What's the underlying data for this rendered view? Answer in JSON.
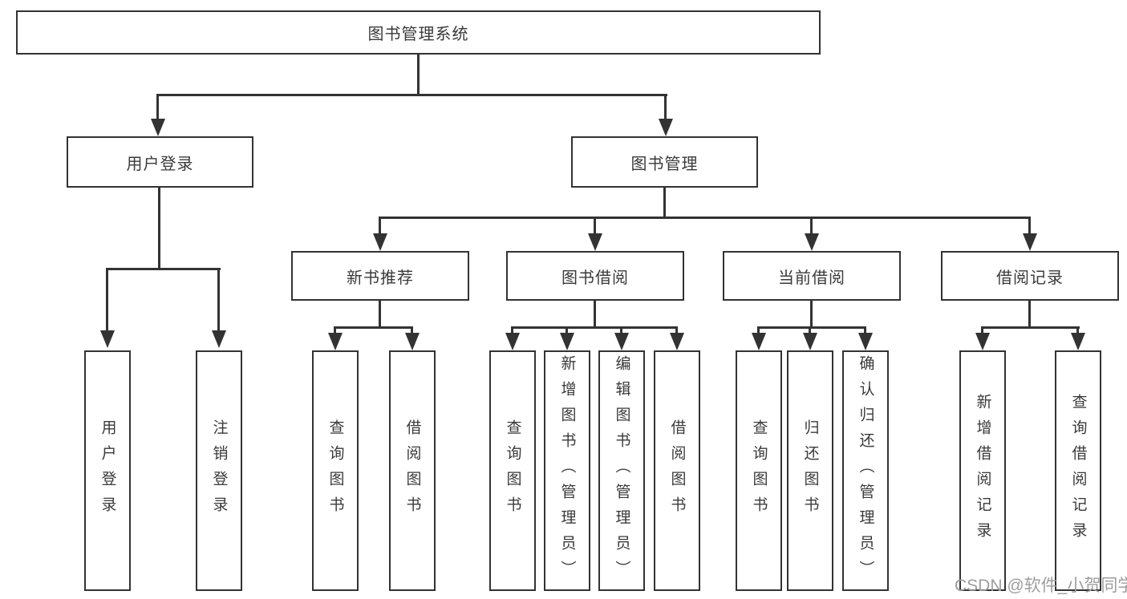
{
  "root": {
    "label": "图书管理系统"
  },
  "level2": {
    "user_login": {
      "label": "用户登录"
    },
    "book_mgmt": {
      "label": "图书管理"
    }
  },
  "level3": {
    "new_books": {
      "label": "新书推荐"
    },
    "borrowing": {
      "label": "图书借阅"
    },
    "current": {
      "label": "当前借阅"
    },
    "records": {
      "label": "借阅记录"
    }
  },
  "leaves": {
    "user_login": [
      "用户登录",
      "注销登录"
    ],
    "new_books": [
      "查询图书",
      "借阅图书"
    ],
    "borrowing": [
      "查询图书",
      "新增图书（管理员）",
      "编辑图书（管理员）",
      "借阅图书"
    ],
    "current": [
      "查询图书",
      "归还图书",
      "确认归还（管理员）"
    ],
    "records": [
      "新增借阅记录",
      "查询借阅记录"
    ]
  },
  "watermark": "CSDN @软件_小贺同学",
  "colors": {
    "line": "#333333",
    "box_border": "#333333",
    "text": "#3a3a3a",
    "watermark": "#9e9e9e",
    "background": "#ffffff"
  }
}
